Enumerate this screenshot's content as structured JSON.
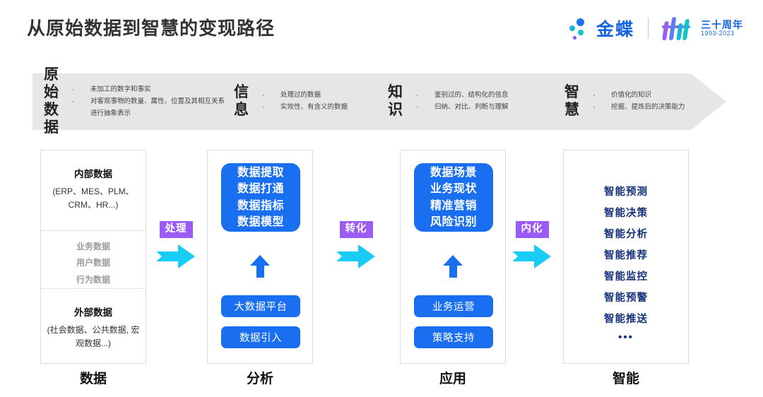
{
  "page_title": "从原始数据到智慧的变现路径",
  "brand": {
    "name": "金蝶",
    "anniversary_cn": "三十周年",
    "anniversary_years": "1993-2023",
    "accent_blue": "#1766e0",
    "accent_cyan": "#16b8d8",
    "accent_purple": "#9b5cf0"
  },
  "banner": {
    "bullet_glyph": "·",
    "items": [
      {
        "label": "原始\n数据",
        "bullets": [
          "未加工的数字和事实",
          "对客观事物的数量、属性、位置及其相互关系进行抽象表示"
        ]
      },
      {
        "label": "信\n息",
        "bullets": [
          "处理过的数据",
          "实效性、有含义的数据"
        ]
      },
      {
        "label": "知\n识",
        "bullets": [
          "鉴别过的、结构化的信息",
          "归纳、对比、判断与理解"
        ]
      },
      {
        "label": "智\n慧",
        "bullets": [
          "价值化的知识",
          "挖掘、提炼后的决策能力"
        ]
      }
    ]
  },
  "columns": [
    {
      "caption": "数据",
      "internal_head": "内部数据",
      "internal_sub": "(ERP、MES、PLM、CRM、HR...)",
      "middle_items": [
        "业务数据",
        "用户数据",
        "行为数据"
      ],
      "external_head": "外部数据",
      "external_sub": "(社会数据、公共数据, 宏观数据...)"
    },
    {
      "caption": "分析",
      "card_lines": [
        "数据提取",
        "数据打通",
        "数据指标",
        "数据模型"
      ],
      "pills": [
        "大数据平台",
        "数据引入"
      ]
    },
    {
      "caption": "应用",
      "card_lines": [
        "数据场景",
        "业务现状",
        "精准营销",
        "风险识别"
      ],
      "pills": [
        "业务运营",
        "策略支持"
      ]
    },
    {
      "caption": "智能",
      "items": [
        "智能预测",
        "智能决策",
        "智能分析",
        "智能推荐",
        "智能监控",
        "智能预警",
        "智能推送"
      ],
      "ellipsis": "•••"
    }
  ],
  "connectors": [
    {
      "label": "处理"
    },
    {
      "label": "转化"
    },
    {
      "label": "内化"
    }
  ],
  "colors": {
    "card_blue": "#1a6ff0",
    "badge_purple": "#9b5cf5",
    "arrow_cyan": "#18ccf5",
    "banner_gray": "#e6e6e6",
    "list_navy": "#13307a"
  }
}
